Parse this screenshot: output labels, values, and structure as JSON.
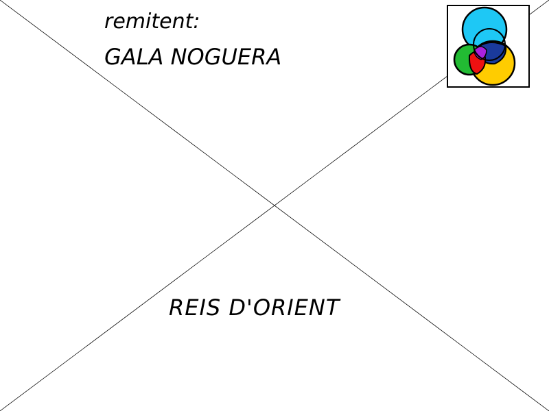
{
  "envelope": {
    "sender_label": "remitent:",
    "sender_name": "GALA NOGUERA",
    "recipient": "REIS D'ORIENT"
  },
  "stamp": {
    "icon": "overlapping-circles-logo",
    "colors": {
      "cyan": "#1ec8f5",
      "navy": "#1a3a9c",
      "yellow": "#ffcc00",
      "green": "#22bb33",
      "red": "#ee1111",
      "purple": "#aa22dd",
      "border": "#000000"
    }
  }
}
